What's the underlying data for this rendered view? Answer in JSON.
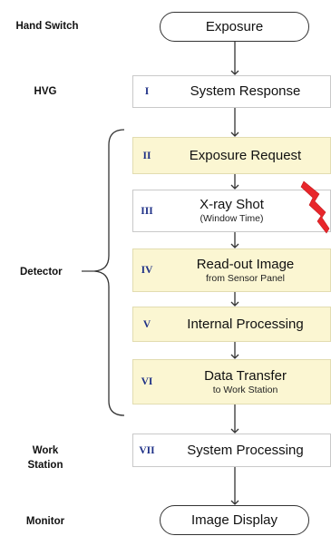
{
  "labels": {
    "hand_switch": "Hand Switch",
    "hvg": "HVG",
    "detector": "Detector",
    "work_station": [
      "Work",
      "Station"
    ],
    "monitor": "Monitor"
  },
  "start": "Exposure",
  "end": "Image Display",
  "steps": [
    {
      "num": "I",
      "title": "System Response",
      "sub": ""
    },
    {
      "num": "II",
      "title": "Exposure Request",
      "sub": ""
    },
    {
      "num": "III",
      "title": "X-ray Shot",
      "sub": "(Window Time)"
    },
    {
      "num": "IV",
      "title": "Read-out Image",
      "sub": "from Sensor Panel"
    },
    {
      "num": "V",
      "title": "Internal Processing",
      "sub": ""
    },
    {
      "num": "VI",
      "title": "Data Transfer",
      "sub": "to Work Station"
    },
    {
      "num": "VII",
      "title": "System Processing",
      "sub": ""
    }
  ],
  "colors": {
    "detector_fill": "#fbf6d2",
    "numeral": "#1d2f86",
    "lightning": "#e8262b"
  },
  "icons": {
    "xray": "lightning-bolt-icon"
  }
}
